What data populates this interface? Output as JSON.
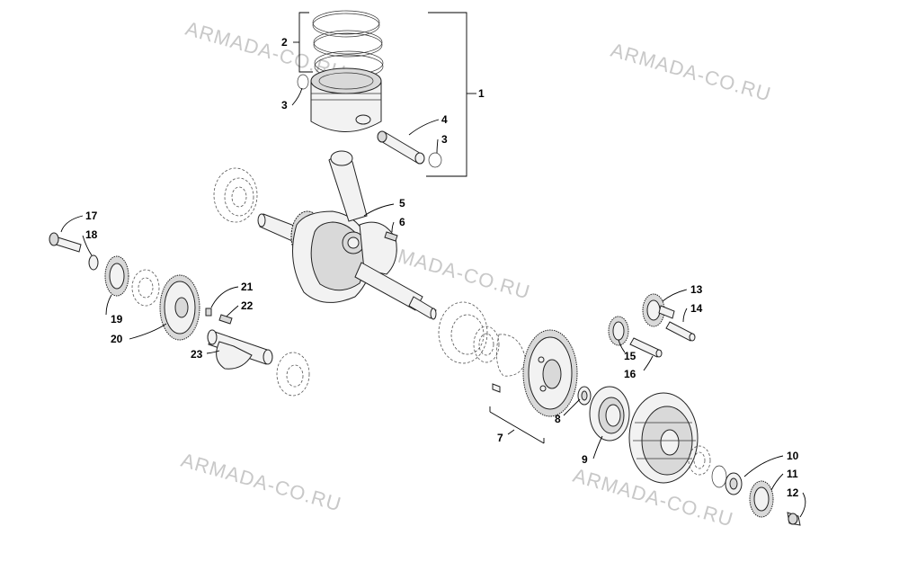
{
  "watermark": {
    "text": "ARMADA-CO.RU",
    "color": "#c8c8c8"
  },
  "callouts": {
    "c1": "1",
    "c2": "2",
    "c3a": "3",
    "c3b": "3",
    "c4": "4",
    "c5": "5",
    "c6": "6",
    "c7": "7",
    "c8": "8",
    "c9": "9",
    "c10": "10",
    "c11": "11",
    "c12": "12",
    "c13": "13",
    "c14": "14",
    "c15": "15",
    "c16": "16",
    "c17": "17",
    "c18": "18",
    "c19": "19",
    "c20": "20",
    "c21": "21",
    "c22": "22",
    "c23": "23"
  }
}
